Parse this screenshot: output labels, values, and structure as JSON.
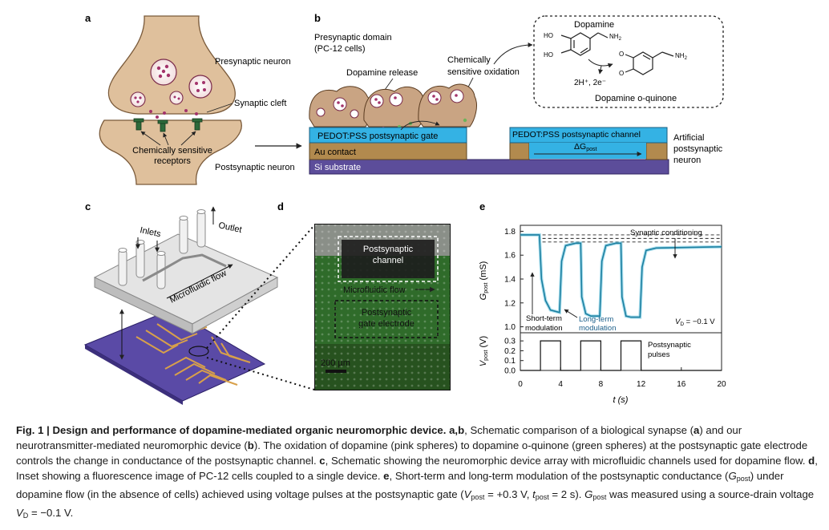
{
  "panels": {
    "a": "a",
    "b": "b",
    "c": "c",
    "d": "d",
    "e": "e"
  },
  "panel_a": {
    "presynaptic_neuron": "Presynaptic neuron",
    "synaptic_cleft": "Synaptic cleft",
    "receptors_line1": "Chemically sensitive",
    "receptors_line2": "receptors",
    "postsynaptic_neuron": "Postsynaptic neuron"
  },
  "panel_b": {
    "presynaptic_domain_line1": "Presynaptic domain",
    "presynaptic_domain_line2": "(PC-12 cells)",
    "dopamine_release": "Dopamine release",
    "chem_ox_line1": "Chemically",
    "chem_ox_line2": "sensitive oxidation",
    "gate": "PEDOT:PSS postsynaptic gate",
    "channel": "PEDOT:PSS postsynaptic channel",
    "delta_g": "ΔG",
    "delta_g_sub": "post",
    "au_contact": "Au contact",
    "si_substrate": "Si substrate",
    "artificial_line1": "Artificial",
    "artificial_line2": "postsynaptic",
    "artificial_line3": "neuron",
    "dopamine": "Dopamine",
    "ho1": "HO",
    "ho2": "HO",
    "nh2_1": "NH",
    "nh2_2": "NH",
    "two": "2",
    "o1": "O",
    "o2": "O",
    "products": "2H⁺, 2e⁻",
    "quinone": "Dopamine o-quinone"
  },
  "panel_c": {
    "inlets": "Inlets",
    "outlet": "Outlet",
    "microfluidic_flow": "Microfluidic flow"
  },
  "panel_d": {
    "channel_line1": "Postsynaptic",
    "channel_line2": "channel",
    "flow": "Microfluidic flow",
    "gate_line1": "Postsynaptic",
    "gate_line2": "gate electrode",
    "scale": "200 µm"
  },
  "chart_data": {
    "type": "line",
    "title": "",
    "xlabel": "t (s)",
    "ylabel_top": "G",
    "ylabel_top_sub": "post",
    "ylabel_top_unit": "(mS)",
    "ylabel_bottom": "V",
    "ylabel_bottom_sub": "post",
    "ylabel_bottom_unit": "(V)",
    "xlim": [
      0,
      20
    ],
    "ylim_top": [
      0.95,
      1.85
    ],
    "ylim_bottom": [
      0,
      0.35
    ],
    "xticks": [
      "0",
      "4",
      "8",
      "12",
      "16",
      "20"
    ],
    "yticks_top": [
      "1.0",
      "1.2",
      "1.4",
      "1.6",
      "1.8"
    ],
    "yticks_bottom": [
      "0.0",
      "0.1",
      "0.2",
      "0.3"
    ],
    "series_conductance": {
      "x": [
        0,
        1.9,
        2.1,
        2.5,
        3.0,
        3.9,
        4.1,
        4.5,
        5.5,
        6.0,
        6.1,
        6.5,
        7.0,
        7.9,
        8.1,
        8.5,
        9.5,
        10.0,
        10.1,
        10.5,
        11.0,
        11.9,
        12.1,
        12.5,
        13.5,
        20.0
      ],
      "y": [
        1.77,
        1.77,
        1.4,
        1.22,
        1.14,
        1.12,
        1.55,
        1.68,
        1.7,
        1.7,
        1.25,
        1.11,
        1.09,
        1.09,
        1.55,
        1.68,
        1.7,
        1.7,
        1.25,
        1.09,
        1.08,
        1.08,
        1.5,
        1.64,
        1.66,
        1.67
      ]
    },
    "series_pulse": {
      "x": [
        0,
        2,
        2,
        4,
        4,
        6,
        6,
        8,
        8,
        10,
        10,
        12,
        12,
        20
      ],
      "y": [
        0,
        0,
        0.3,
        0.3,
        0,
        0,
        0.3,
        0.3,
        0,
        0,
        0.3,
        0.3,
        0,
        0
      ]
    },
    "annotations": {
      "synaptic_conditioning": "Synaptic conditioning",
      "stm_line1": "Short-term",
      "stm_line2": "modulation",
      "ltm_line1": "Long-term",
      "ltm_line2": "modulation",
      "vd": "V",
      "vd_sub": "D",
      "vd_value": " = −0.1 V",
      "pulses_line1": "Postsynaptic",
      "pulses_line2": "pulses"
    },
    "colors": {
      "trace": "#1b7fa0",
      "trace_light": "#62c3de",
      "pulse": "#111111"
    }
  },
  "caption": {
    "title": "Fig. 1 | Design and performance of dopamine-mediated organic neuromorphic device.",
    "ab": "a,b",
    "p1": ", Schematic comparison of a biological synapse (",
    "a": "a",
    "p2": ") and our neurotransmitter-mediated neuromorphic device (",
    "b": "b",
    "p3": "). The oxidation of dopamine (pink spheres) to dopamine o-quinone (green spheres) at the postsynaptic gate electrode controls the change in conductance of the postsynaptic channel. ",
    "c": "c",
    "p4": ", Schematic showing the neuromorphic device array with microfluidic channels used for dopamine flow. ",
    "d": "d",
    "p5": ", Inset showing a fluorescence image of PC-12 cells coupled to a single device. ",
    "e": "e",
    "p6": ", Short-term and long-term modulation of the postsynaptic conductance (",
    "g1": "G",
    "g1s": "post",
    "p7": ") under dopamine flow (in the absence of cells) achieved using voltage pulses at the postsynaptic gate (",
    "v1": "V",
    "v1s": "post",
    "p8": " = +0.3 V, ",
    "t1": "t",
    "t1s": "post",
    "p9": " = 2 s). ",
    "g2": "G",
    "g2s": "post",
    "p10": " was measured using a source-drain voltage ",
    "v2": "V",
    "v2s": "D",
    "p11": " = −0.1 V."
  }
}
